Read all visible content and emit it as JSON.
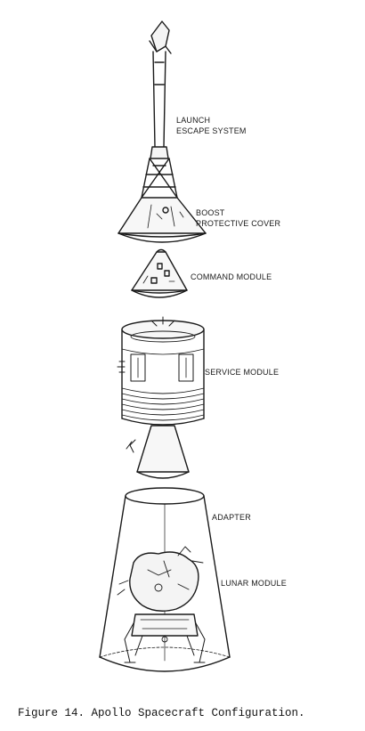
{
  "diagram": {
    "labels": {
      "launch_escape_line1": "LAUNCH",
      "launch_escape_line2": "ESCAPE SYSTEM",
      "boost_cover_line1": "BOOST",
      "boost_cover_line2": "PROTECTIVE COVER",
      "command_module": "COMMAND MODULE",
      "service_module": "SERVICE MODULE",
      "adapter": "ADAPTER",
      "lunar_module": "LUNAR MODULE"
    },
    "caption": "Figure 14.  Apollo Spacecraft Configuration."
  }
}
